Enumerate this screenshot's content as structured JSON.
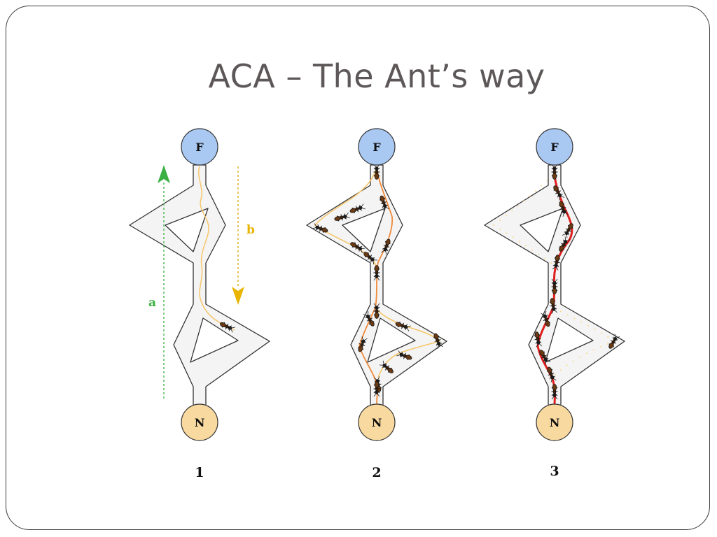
{
  "slide": {
    "title": "ACA – The Ant’s way"
  },
  "panels": [
    {
      "label": "1",
      "food_label": "F",
      "nest_label": "N"
    },
    {
      "label": "2",
      "food_label": "F",
      "nest_label": "N"
    },
    {
      "label": "3",
      "food_label": "F",
      "nest_label": "N"
    }
  ],
  "arrows": {
    "a_label": "a",
    "b_label": "b"
  },
  "colors": {
    "food_node": "#a9c8f2",
    "nest_node": "#f8d9a0",
    "corridor_fill": "#f4f4f4",
    "corridor_edge": "#333333",
    "arrow_a": "#3cb043",
    "arrow_b": "#e8b400",
    "trail_weak": "#f6c66a",
    "trail_medium": "#ef8a3a",
    "trail_strong": "#e01e1e"
  }
}
